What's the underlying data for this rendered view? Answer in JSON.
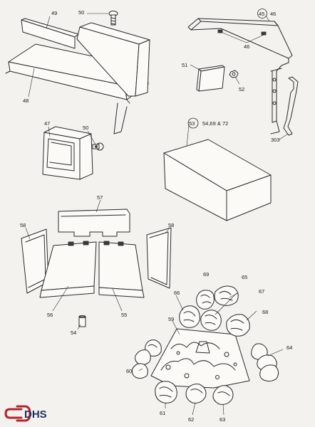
{
  "labels": {
    "p45": "45",
    "p46a": "46",
    "p46b": "46",
    "p47": "47",
    "p48": "48",
    "p49": "49",
    "p50a": "50",
    "p50b": "50",
    "p51": "51",
    "p52": "52",
    "p53": "53",
    "p53ref": "54,69 & 72",
    "p303": "303",
    "p45ref": "46",
    "p54": "54",
    "p55": "55",
    "p56": "56",
    "p57": "57",
    "p58a": "58",
    "p58b": "58",
    "p59": "59",
    "p60": "60",
    "p61": "61",
    "p62": "62",
    "p63": "63",
    "p64": "64",
    "p65": "65",
    "p66": "66",
    "p67": "67",
    "p68": "68",
    "p69": "69"
  },
  "logo": {
    "text": "DHS",
    "accent": "#b3262c",
    "brand": "#22305f"
  }
}
